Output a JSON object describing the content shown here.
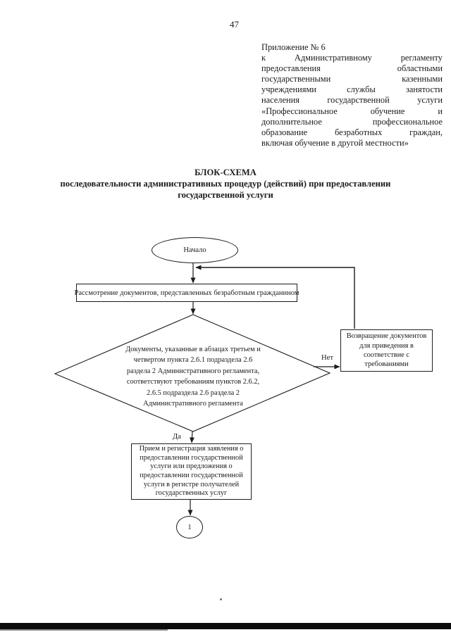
{
  "page": {
    "number": "47"
  },
  "appendix": {
    "lines": [
      {
        "text": "Приложение № 6",
        "justify": false
      },
      {
        "text": "к Административному регламенту",
        "justify": true
      },
      {
        "text": "предоставления областными",
        "justify": true
      },
      {
        "text": "государственными казенными",
        "justify": true
      },
      {
        "text": "учреждениями службы занятости",
        "justify": true
      },
      {
        "text": "населения государственной услуги",
        "justify": true
      },
      {
        "text": "«Профессиональное обучение и",
        "justify": true
      },
      {
        "text": "дополнительное профессиональное",
        "justify": true
      },
      {
        "text": "образование безработных граждан,",
        "justify": true
      },
      {
        "text": "включая обучение в другой местности»",
        "justify": false
      }
    ]
  },
  "title": {
    "heading": "БЛОК-СХЕМА",
    "subtitle_line1": "последовательности административных процедур (действий) при предоставлении",
    "subtitle_line2": "государственной услуги"
  },
  "flowchart": {
    "start_label": "Начало",
    "review_label": "Рассмотрение документов, представленных безработным гражданином",
    "decision_lines": [
      "Документы, указанные в абзацах третьем и",
      "четвертом пункта 2.6.1 подраздела 2.6",
      "раздела 2 Административного регламента,",
      "соответствуют требованиям пунктов 2.6.2,",
      "2.6.5 подраздела 2.6 раздела 2",
      "Административного регламента"
    ],
    "no_label": "Нет",
    "yes_label": "Да",
    "return_lines": [
      "Возвращение документов",
      "для приведения в",
      "соответствие с",
      "требованиями"
    ],
    "accept_lines": [
      "Прием и регистрация заявления о",
      "предоставлении государственной",
      "услуги или предложения о",
      "предоставлении государственной",
      "услуги в регистре получателей",
      "государственных услуг"
    ],
    "connector_label": "1"
  },
  "colors": {
    "ink": "#1b1b1b",
    "paper": "#ffffff"
  }
}
